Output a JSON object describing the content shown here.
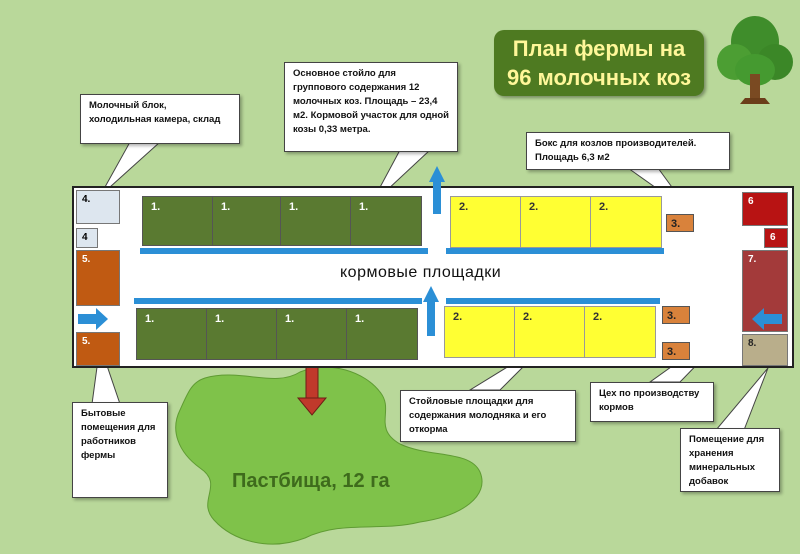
{
  "title": {
    "line1": "План фермы на",
    "line2": "96 молочных коз"
  },
  "feeding_area_label": "кормовые   площадки",
  "pasture_label": "Пастбища, 12 га",
  "pen_labels": {
    "one": "1.",
    "two": "2.",
    "three": "3."
  },
  "rooms": {
    "r4a": "4.",
    "r4b": "4",
    "r5a": "5.",
    "r5b": "5.",
    "r6a": "6",
    "r6b": "6",
    "r7": "7.",
    "r8": "8."
  },
  "callouts": {
    "milk_block": "Молочный блок, холодильная камера, склад",
    "main_stall": "Основное стойло для группового содержания  12 молочных  коз. Площадь – 23,4 м2.  Кормовой участок для одной козы 0,33 метра.",
    "buck_box": "Бокс для козлов производителей. Площадь 6,3 м2",
    "young_stock": "Стойловые площадки для содержания молодняка и его откорма",
    "feed_shop": "Цех по производству кормов",
    "mineral_storage": "Помещение для хранения минеральных добавок",
    "staff_rooms": "Бытовые помещения для работников фермы"
  },
  "colors": {
    "background": "#b9d89a",
    "title_box": "#4e7a21",
    "title_text": "#fff799",
    "stall_green": "#5a7a31",
    "stall_yellow": "#ffff33",
    "buck_orange": "#d9823b",
    "room_brown": "#c05a12",
    "room_red": "#b81313",
    "room_darkred": "#a33a3a",
    "room_tan": "#b9ae8b",
    "feeder_blue": "#2b8fd6",
    "pasture": "#7fc24a"
  },
  "icons": [
    "tree-icon",
    "entrance-arrow-icon",
    "down-arrow-icon",
    "up-arrow-icon"
  ]
}
